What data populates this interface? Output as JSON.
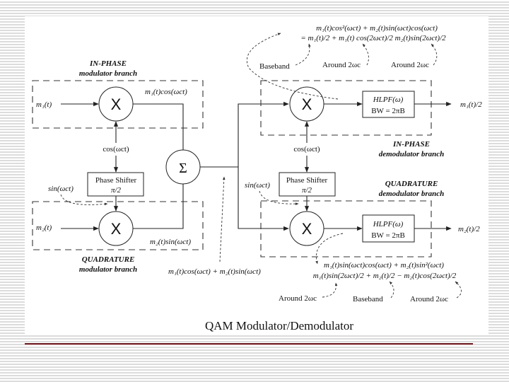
{
  "diagram": {
    "title": "QAM Modulator/Demodulator",
    "modulator": {
      "inphase_branch": {
        "title": "IN-PHASE",
        "subtitle": "modulator branch"
      },
      "quadrature_branch": {
        "title": "QUADRATURE",
        "subtitle": "modulator branch"
      },
      "input1": "m₁(t)",
      "input2": "m₂(t)",
      "mixer_symbol": "X",
      "product1": "m₁(t)cos(ωct)",
      "product2": "m₂(t)sin(ωct)",
      "carrier": "cos(ωct)",
      "shifted_carrier": "sin(ωct)",
      "phase_shifter": {
        "line1": "Phase Shifter",
        "line2": "π/2"
      },
      "summer_symbol": "Σ",
      "output_signal": "m₁(t)cos(ωct) + m₂(t)sin(ωct)"
    },
    "demodulator": {
      "inphase_branch": {
        "title": "IN-PHASE",
        "subtitle": "demodulator branch"
      },
      "quadrature_branch": {
        "title": "QUADRATURE",
        "subtitle": "demodulator branch"
      },
      "mixer_symbol": "X",
      "carrier": "cos(ωct)",
      "shifted_carrier": "sin(ωct)",
      "phase_shifter": {
        "line1": "Phase Shifter",
        "line2": "π/2"
      },
      "lpf": {
        "line1": "HLPF(ω)",
        "line2": "BW = 2πB"
      },
      "output1": "m₁(t)/2",
      "output2": "m₂(t)/2",
      "inphase_expansion": {
        "line1": "m₁(t)cos²(ωct) + m₂(t)sin(ωct)cos(ωct)",
        "line2": "= m₁(t)/2 + m₁(t) cos(2ωct)/2    m₂(t)sin(2ωct)/2",
        "annotations": [
          "Baseband",
          "Around 2ωc",
          "Around 2ωc"
        ]
      },
      "quadrature_expansion": {
        "line1": "m₁(t)sin(ωct)cos(ωct) + m₂(t)sin²(ωct)",
        "line2": "m₁(t)sin(2ωct)/2 + m₂(t)/2 − m₂(t)cos(2ωct)/2",
        "annotations": [
          "Around 2ωc",
          "Baseband",
          "Around 2ωc"
        ]
      }
    }
  }
}
